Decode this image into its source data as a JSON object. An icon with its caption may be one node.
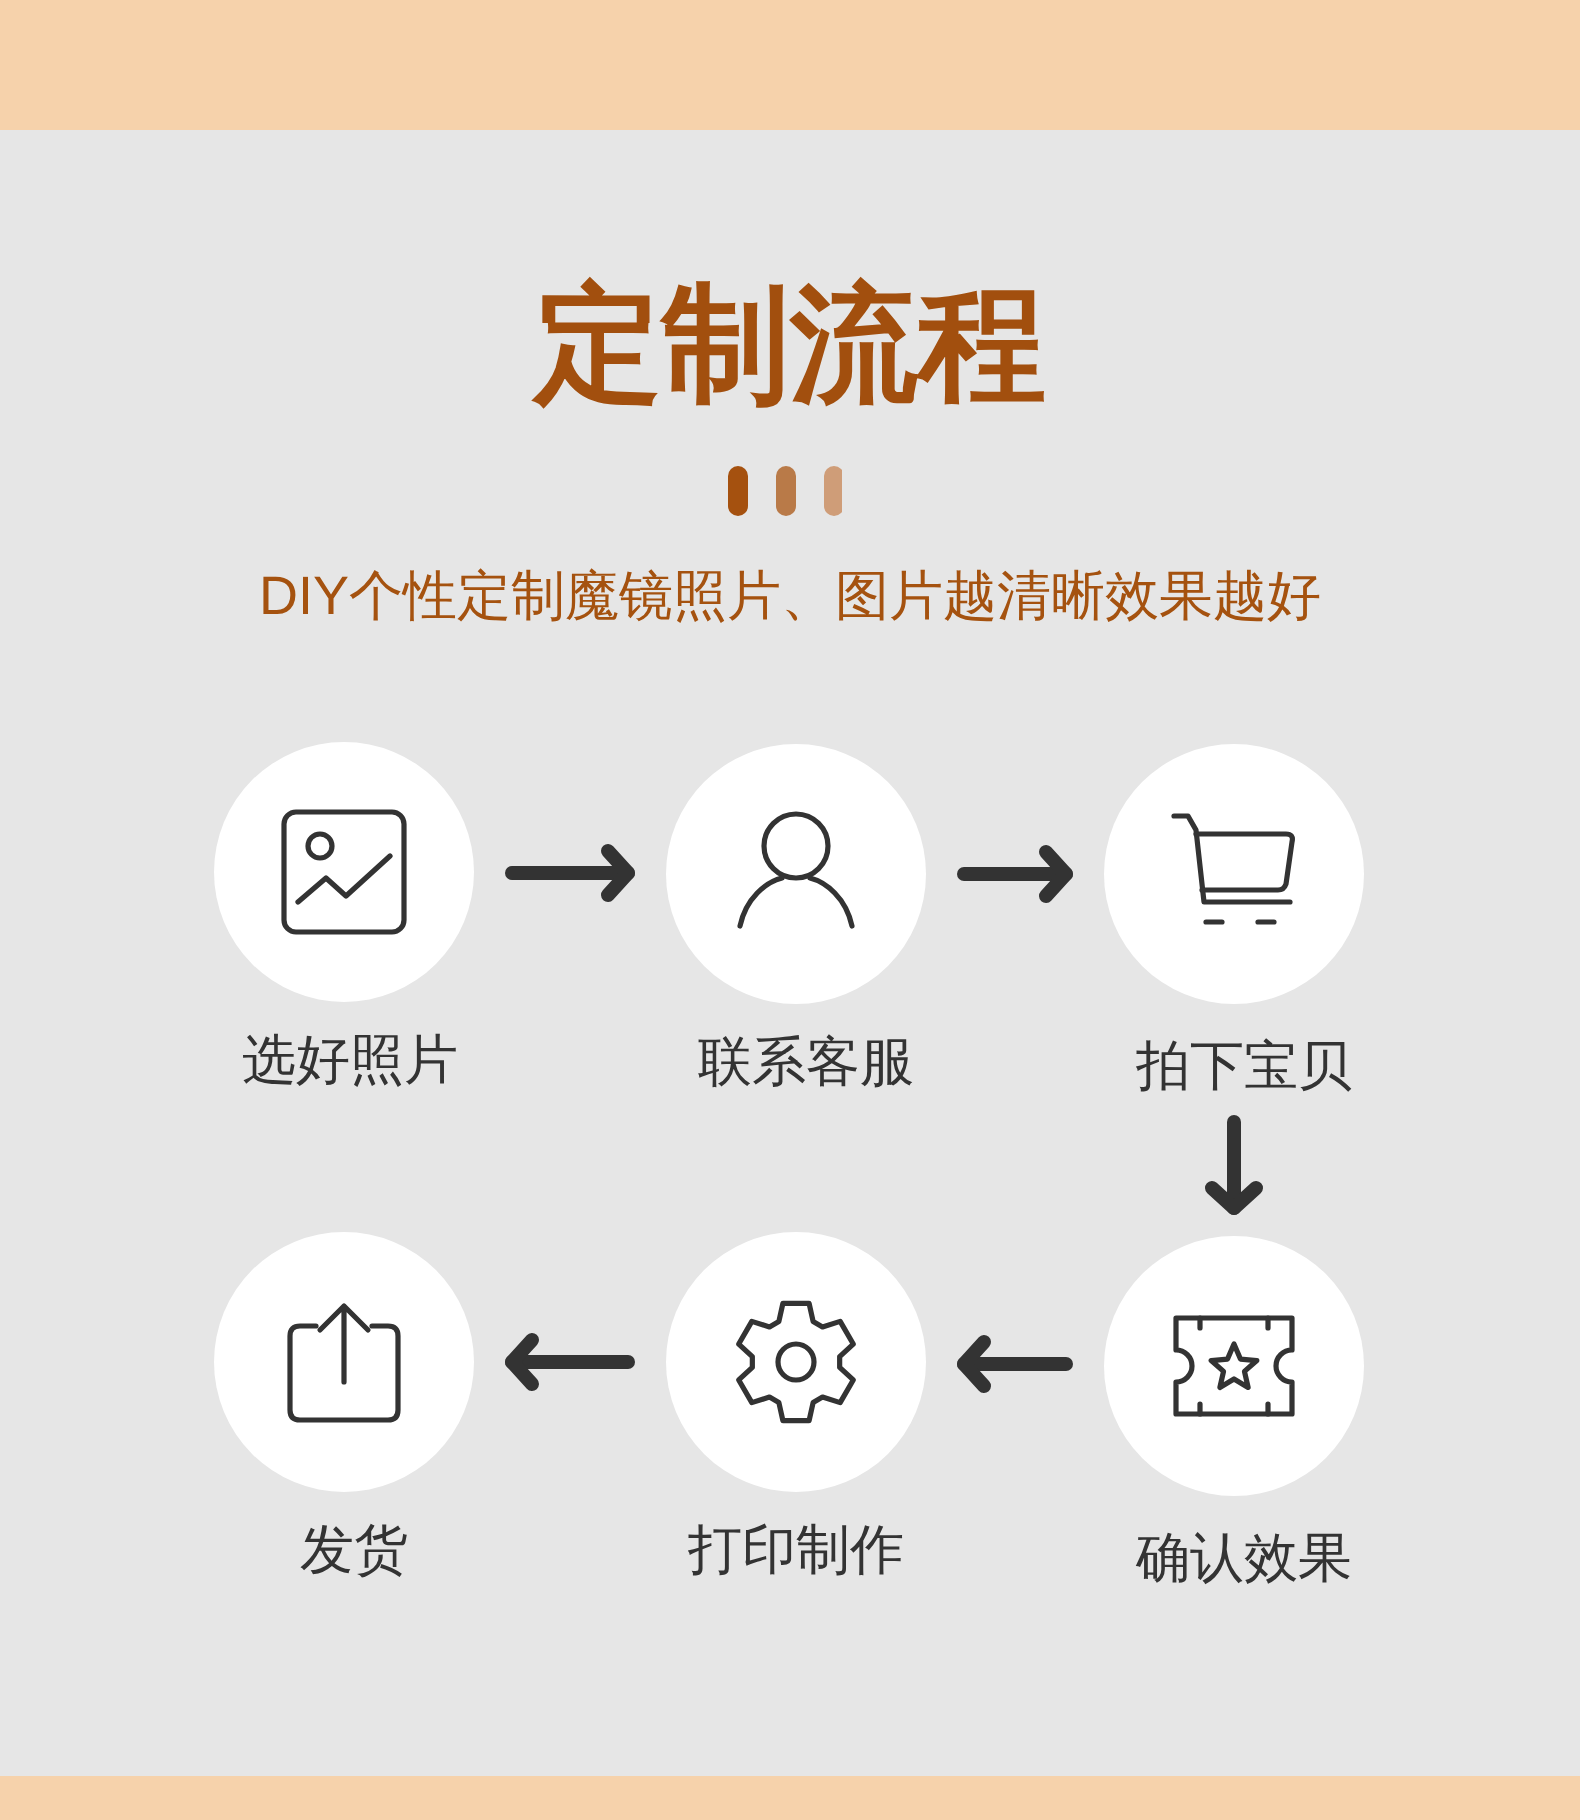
{
  "diagram": {
    "title": "定制流程",
    "nodes": [
      {
        "text": [
          "选好照片"
        ]
      },
      {
        "text": [
          "联系客服"
        ]
      },
      {
        "text": [
          "拍下宝贝"
        ]
      },
      {
        "text": [
          "确认效果"
        ]
      },
      {
        "text": [
          "打印制作"
        ]
      },
      {
        "text": [
          "发货"
        ]
      }
    ],
    "edges": [
      {
        "from": 0,
        "to": 1,
        "arrow": "to"
      },
      {
        "from": 1,
        "to": 2,
        "arrow": "to"
      },
      {
        "from": 2,
        "to": 3,
        "arrow": "to"
      },
      {
        "from": 3,
        "to": 4,
        "arrow": "to"
      },
      {
        "from": 4,
        "to": 5,
        "arrow": "to"
      }
    ],
    "labels": [
      "DIY个性定制魔镜照片、图片越清晰效果越好"
    ]
  }
}
